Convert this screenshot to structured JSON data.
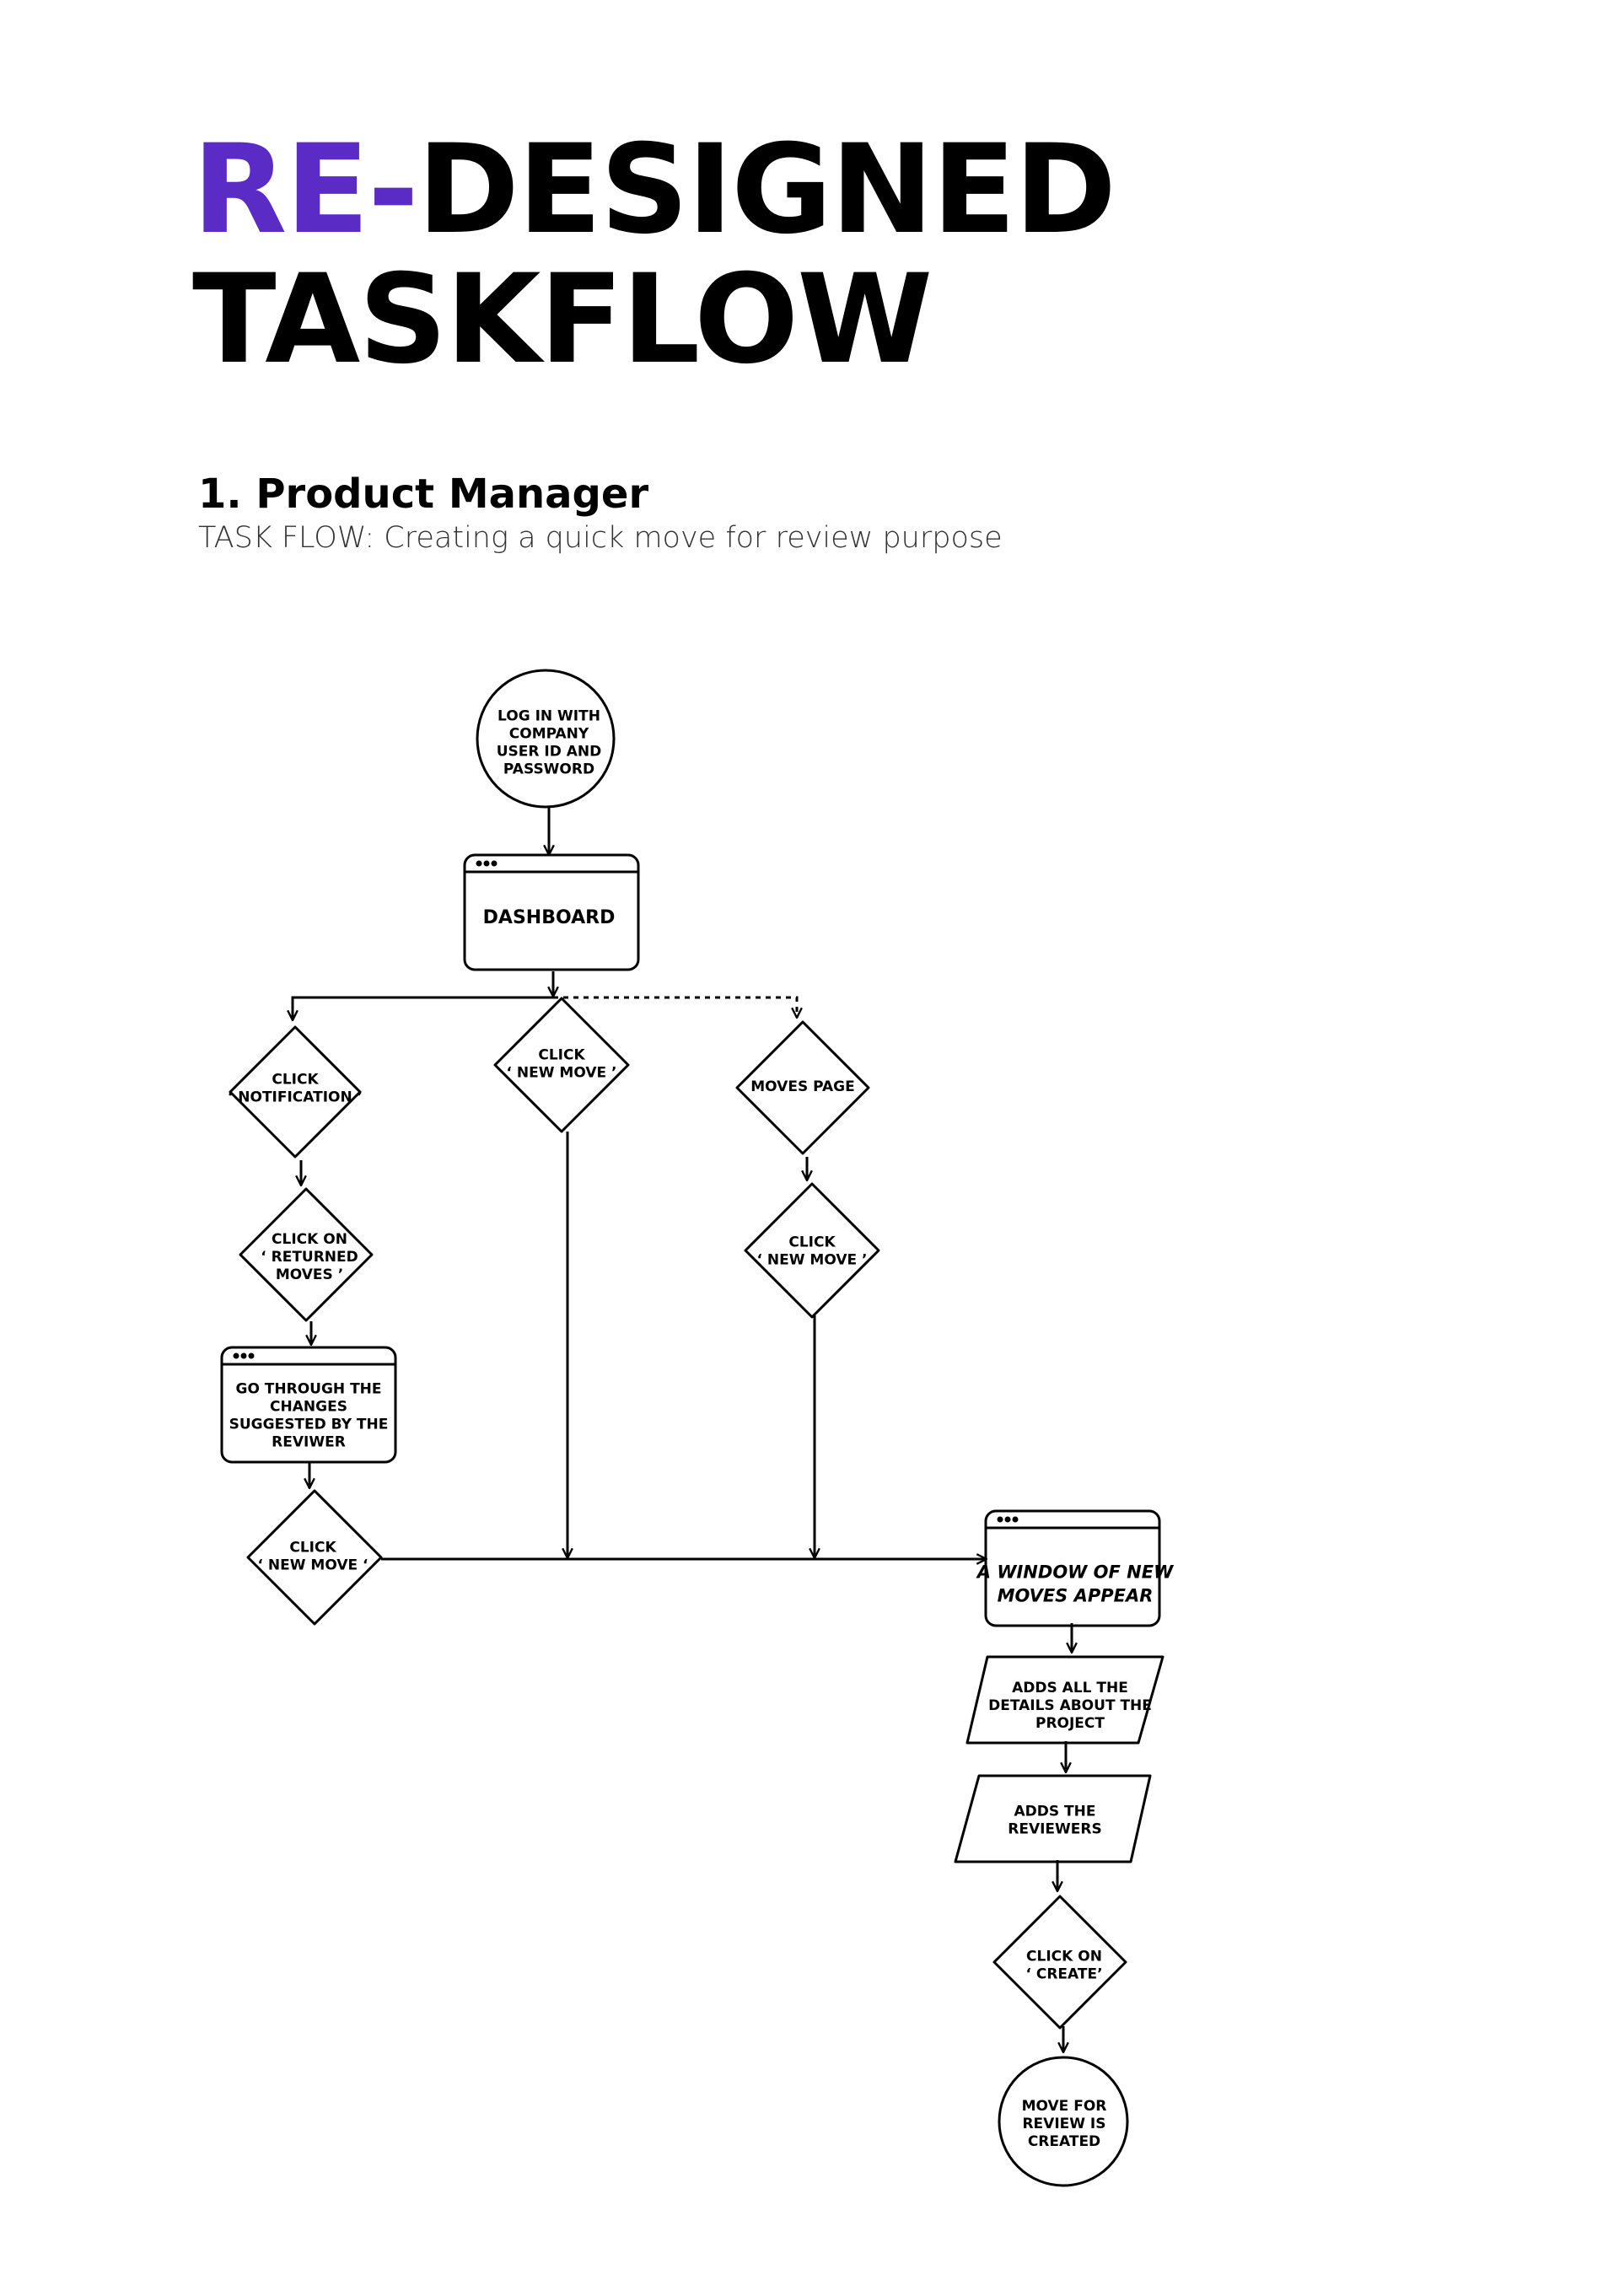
{
  "header": {
    "title_accent": "RE-",
    "title_rest": "DESIGNED",
    "title_line2": "TASKFLOW"
  },
  "section": {
    "title": "1. Product Manager",
    "subtitle": "TASK FLOW: Creating a quick move for review purpose"
  },
  "flow": {
    "login": [
      "LOG IN WITH",
      "COMPANY",
      "USER ID AND",
      "PASSWORD"
    ],
    "dashboard": [
      "DASHBOARD"
    ],
    "click_notification": [
      "CLICK",
      "‘ NOTIFICATION ’"
    ],
    "click_new_move_center": [
      "CLICK",
      "‘ NEW MOVE ’"
    ],
    "moves_page": [
      "MOVES PAGE"
    ],
    "click_returned_moves": [
      "CLICK ON",
      "‘ RETURNED",
      "MOVES  ’"
    ],
    "click_new_move_right": [
      "CLICK",
      "‘ NEW MOVE ’"
    ],
    "go_through_changes": [
      "GO THROUGH THE",
      "CHANGES",
      "SUGGESTED BY THE",
      "REVIWER"
    ],
    "click_new_move_left": [
      "CLICK",
      "‘ NEW MOVE ‘"
    ],
    "new_moves_window": [
      "A WINDOW OF NEW",
      "MOVES APPEAR"
    ],
    "adds_details": [
      "ADDS ALL THE",
      "DETAILS ABOUT THE",
      "PROJECT"
    ],
    "adds_reviewers": [
      "ADDS THE",
      "REVIEWERS"
    ],
    "click_create": [
      "CLICK ON",
      "‘ CREATE’"
    ],
    "move_created": [
      "MOVE FOR",
      "REVIEW IS",
      "CREATED"
    ]
  }
}
